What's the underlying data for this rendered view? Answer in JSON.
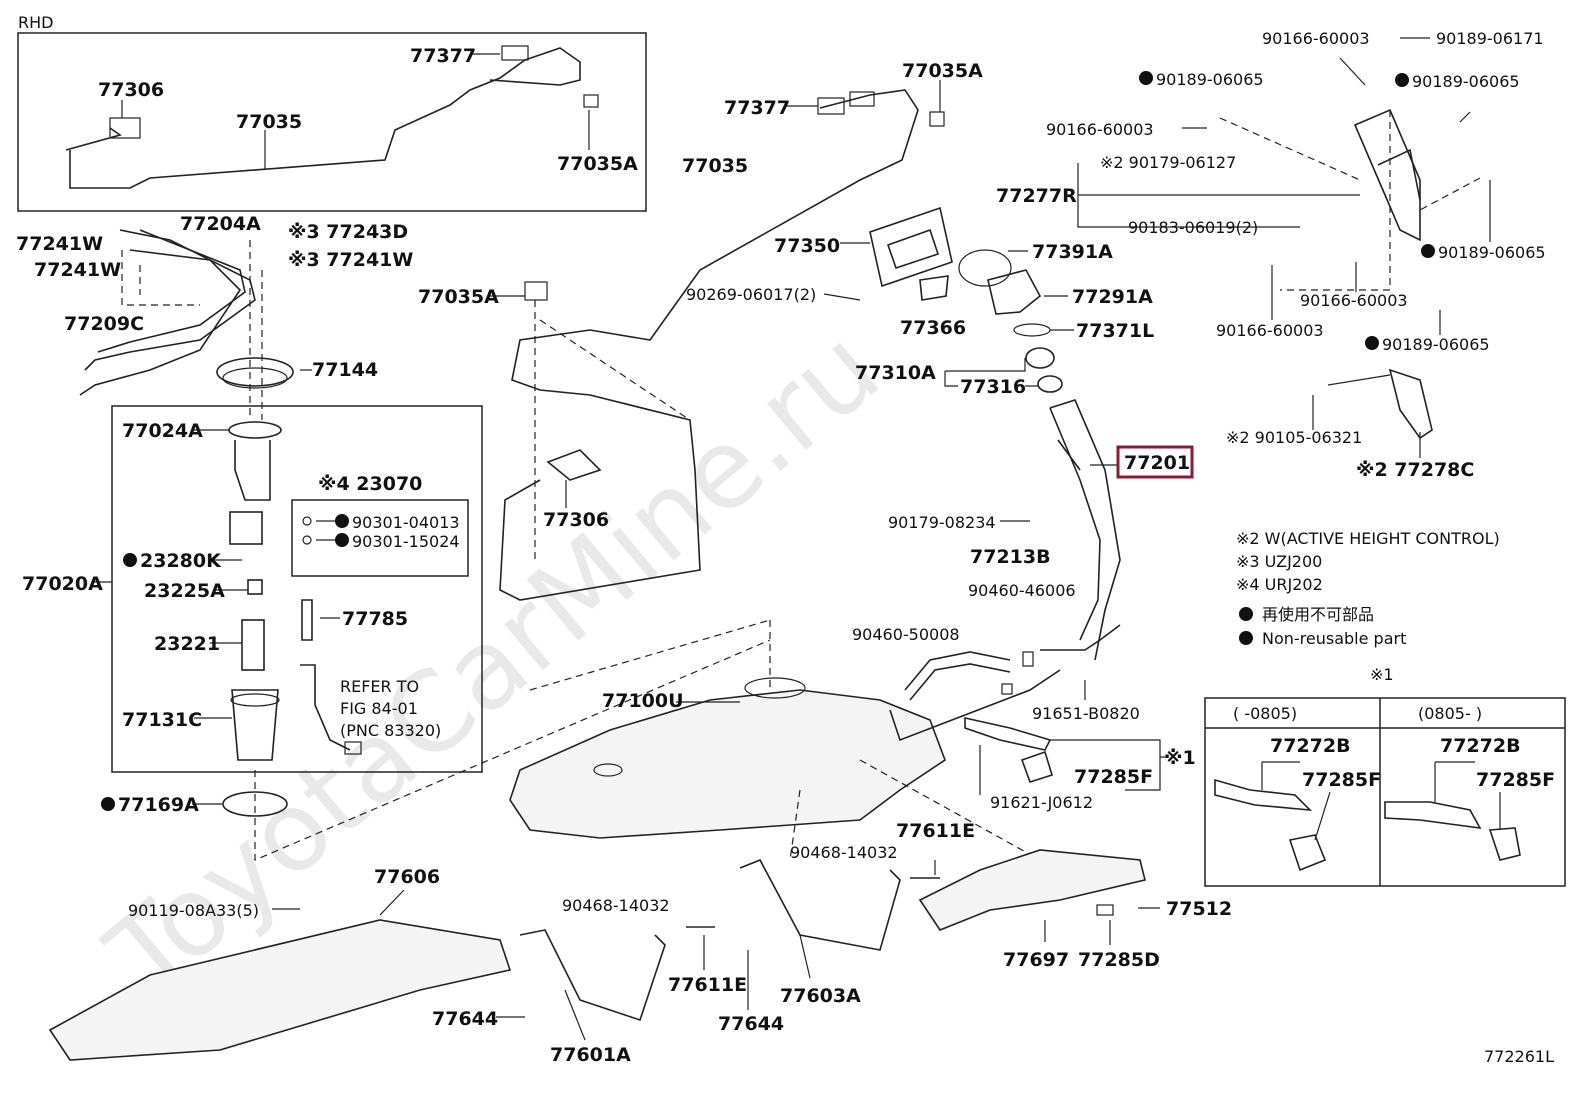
{
  "watermark": "ToyotaCarMine.ru",
  "rhd_box": {
    "title": "RHD",
    "labels": [
      "77377",
      "77306",
      "77035",
      "77035A"
    ]
  },
  "main_labels": {
    "l77377": "77377",
    "l77035A_top": "77035A",
    "l77035": "77035",
    "l77035A": "77035A",
    "l77306": "77306",
    "l77350": "77350",
    "l90269": "90269-06017(2)",
    "l77366": "77366",
    "l77391A": "77391A",
    "l77291A": "77291A",
    "l77371L": "77371L",
    "l77310A": "77310A",
    "l77316": "77316",
    "l77201": "77201",
    "l90179_08234": "90179-08234",
    "l77213B": "77213B",
    "l90460_46006": "90460-46006",
    "l90460_50008": "90460-50008",
    "l91651": "91651-B0820",
    "l77285F": "77285F",
    "l91621": "91621-J0612",
    "l77100U": "77100U",
    "l77611E_r": "77611E",
    "l90468_r": "90468-14032",
    "l77512": "77512",
    "l77697": "77697",
    "l77285D": "77285D",
    "l77603A": "77603A",
    "l77644_r": "77644",
    "l77611E_l": "77611E",
    "l90468_l": "90468-14032",
    "l77644_l": "77644",
    "l77601A": "77601A",
    "l77606": "77606",
    "l90119": "90119-08A33(5)",
    "l77169A": "77169A"
  },
  "left_labels": {
    "l77241W_a": "77241W",
    "l77241W_b": "77241W",
    "l77204A": "77204A",
    "l77243D": "※3 77243D",
    "l77241W_c": "※3 77241W",
    "l77209C": "77209C",
    "l77144": "77144",
    "l77024A": "77024A",
    "l23070": "※4 23070",
    "l90301_04013": "90301-04013",
    "l90301_15024": "90301-15024",
    "l23280K": "23280K",
    "l77020A": "77020A",
    "l23225A": "23225A",
    "l77785": "77785",
    "l23221": "23221",
    "l77131C": "77131C",
    "refer1": "REFER TO",
    "refer2": "FIG 84-01",
    "refer3": "(PNC 83320)"
  },
  "right_labels": {
    "l90166_a": "90166-60003",
    "l90189_06171": "90189-06171",
    "l90189_a": "90189-06065",
    "l90189_b": "90189-06065",
    "l90166_b": "90166-60003",
    "l90179_06127": "※2 90179-06127",
    "l77277R": "77277R",
    "l90183": "90183-06019(2)",
    "l90189_c": "90189-06065",
    "l90166_c": "90166-60003",
    "l90166_d": "90166-60003",
    "l90189_d": "90189-06065",
    "l90105": "※2 90105-06321",
    "l77278C": "※2 77278C"
  },
  "notes": {
    "n2": "※2 W(ACTIVE HEIGHT CONTROL)",
    "n3": "※3 UZJ200",
    "n4": "※4 URJ202",
    "reuse_jp": "再使用不可部品",
    "reuse_en": "Non-reusable part"
  },
  "variant_box": {
    "mark": "※1",
    "left_header": "(    -0805)",
    "right_header": "(0805-    )",
    "left_labels": [
      "77272B",
      "77285F"
    ],
    "right_labels": [
      "77272B",
      "77285F"
    ]
  },
  "bracket_mark": "※1",
  "footer_code": "772261L",
  "colors": {
    "highlight": "#8b1a3a",
    "line": "#222222"
  }
}
